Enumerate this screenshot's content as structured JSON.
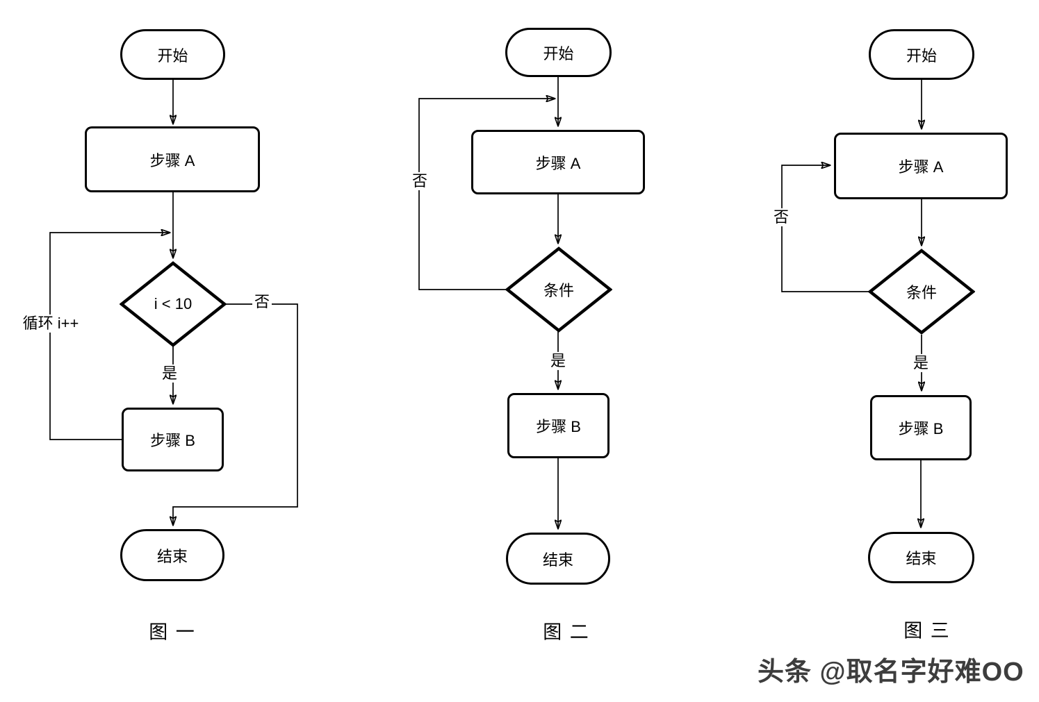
{
  "page": {
    "background_color": "#ffffff",
    "ink_color": "#000000",
    "watermark_color": "#3d3d3d"
  },
  "watermark": {
    "text": "头条 @取名字好难OO"
  },
  "charts": [
    {
      "caption": "图 一",
      "nodes": {
        "start": "开始",
        "step_a": "步骤 A",
        "decision": "i < 10",
        "step_b": "步骤 B",
        "end": "结束"
      },
      "edge_labels": {
        "yes": "是",
        "no": "否",
        "loop": "循环 i++"
      }
    },
    {
      "caption": "图 二",
      "nodes": {
        "start": "开始",
        "step_a": "步骤 A",
        "decision": "条件",
        "step_b": "步骤 B",
        "end": "结束"
      },
      "edge_labels": {
        "yes": "是",
        "no": "否"
      }
    },
    {
      "caption": "图 三",
      "nodes": {
        "start": "开始",
        "step_a": "步骤 A",
        "decision": "条件",
        "step_b": "步骤 B",
        "end": "结束"
      },
      "edge_labels": {
        "yes": "是",
        "no": "否"
      }
    }
  ]
}
